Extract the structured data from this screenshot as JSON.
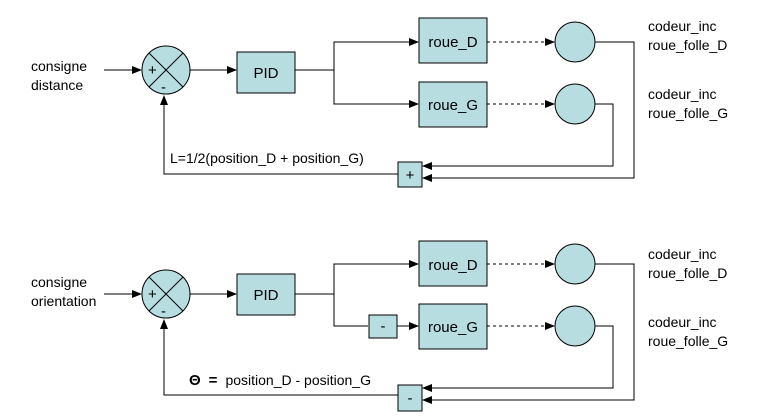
{
  "top": {
    "input_line1": "consigne",
    "input_line2": "distance",
    "sum_plus": "+",
    "sum_minus": "-",
    "pid": "PID",
    "wheel_d": "roue_D",
    "wheel_g": "roue_G",
    "encoder_d_line1": "codeur_inc",
    "encoder_d_line2": "roue_folle_D",
    "encoder_g_line1": "codeur_inc",
    "encoder_g_line2": "roue_folle_G",
    "feedback_formula": "L=1/2(position_D + position_G)",
    "combiner_sign": "+"
  },
  "bottom": {
    "input_line1": "consigne",
    "input_line2": "orientation",
    "sum_plus": "+",
    "sum_minus": "-",
    "pid": "PID",
    "inverter_sign": "-",
    "wheel_d": "roue_D",
    "wheel_g": "roue_G",
    "encoder_d_line1": "codeur_inc",
    "encoder_d_line2": "roue_folle_D",
    "encoder_g_line1": "codeur_inc",
    "encoder_g_line2": "roue_folle_G",
    "feedback_theta": "Θ",
    "feedback_eq": "=",
    "feedback_formula": "position_D  -  position_G",
    "combiner_sign": "-"
  }
}
